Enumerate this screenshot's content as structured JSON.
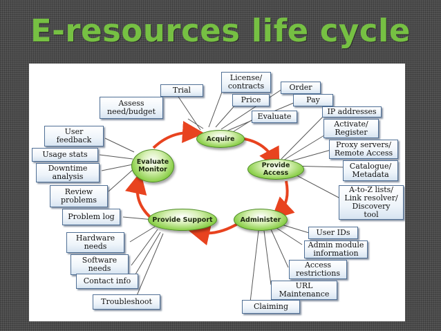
{
  "title": "E-resources life cycle",
  "diagram": {
    "cycle_nodes": {
      "acquire": "Acquire",
      "provide_access": "Provide Access",
      "administer": "Administer",
      "provide_support": "Provide Support",
      "evaluate_monitor": "Evaluate\nMonitor"
    },
    "acquire_items": {
      "trial": "Trial",
      "license": "License/\ncontracts",
      "order": "Order",
      "assess": "Assess\nneed/budget",
      "price": "Price",
      "pay": "Pay",
      "evaluate": "Evaluate"
    },
    "access_items": {
      "ip": "IP addresses",
      "activate": "Activate/\nRegister",
      "proxy": "Proxy servers/\nRemote Access",
      "catalogue": "Catalogue/\nMetadata",
      "atoz": "A-to-Z lists/\nLink resolver/\nDiscovery\ntool"
    },
    "administer_items": {
      "userids": "User IDs",
      "admin_module": "Admin module\ninformation",
      "access_restrictions": "Access\nrestrictions",
      "url": "URL\nMaintenance",
      "claiming": "Claiming"
    },
    "support_items": {
      "problem_log": "Problem log",
      "hardware": "Hardware\nneeds",
      "software": "Software\nneeds",
      "contact": "Contact info",
      "troubleshoot": "Troubleshoot"
    },
    "evaluate_items": {
      "user_feedback": "User\nfeedback",
      "usage_stats": "Usage stats",
      "downtime": "Downtime\nanalysis",
      "review": "Review\nproblems"
    }
  },
  "colors": {
    "title": "#76c043",
    "arrow": "#e8431f",
    "node": "#8fd14f",
    "box_border": "#4f6f95"
  }
}
